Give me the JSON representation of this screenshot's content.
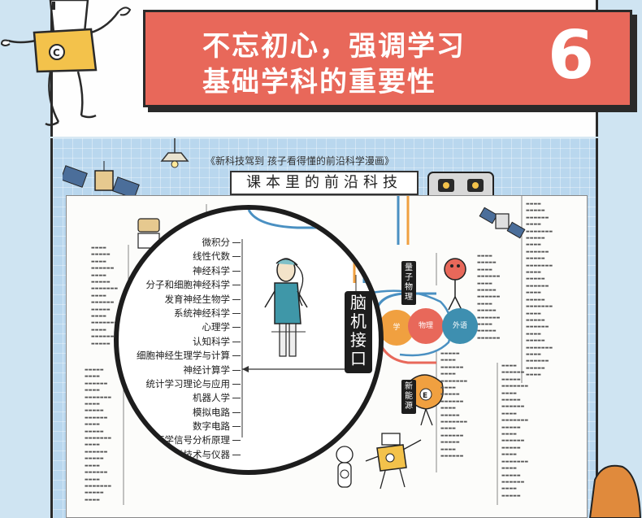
{
  "banner": {
    "line1": "不忘初心，强调学习",
    "line2": "基础学科的重要性",
    "number": "6"
  },
  "poster": {
    "subtitle": "《新科技驾到 孩子看得懂的前沿科学漫画》",
    "title": "课本里的前沿科技"
  },
  "lens": {
    "items": [
      "微积分",
      "线性代数",
      "神经科学",
      "分子和细胞神经科学",
      "发育神经生物学",
      "系统神经科学",
      "心理学",
      "认知科学",
      "细胞神经生理学与计算",
      "神经计算学",
      "统计学习理论与应用",
      "机器人学",
      "模拟电路",
      "数字电路",
      "医学信号分析原理",
      "生物医学技术与仪器"
    ],
    "topic": "脑机接口"
  },
  "nodes": {
    "quantum": "量子物理",
    "new_energy": "新能源",
    "physics": "物理",
    "chemistry": "学",
    "foreign_lang": "外语"
  },
  "colors": {
    "banner": "#e8685a",
    "physics_bubble": "#e8685a",
    "foreign_bubble": "#3e8fb0",
    "chemistry_bubble": "#f0a040"
  }
}
